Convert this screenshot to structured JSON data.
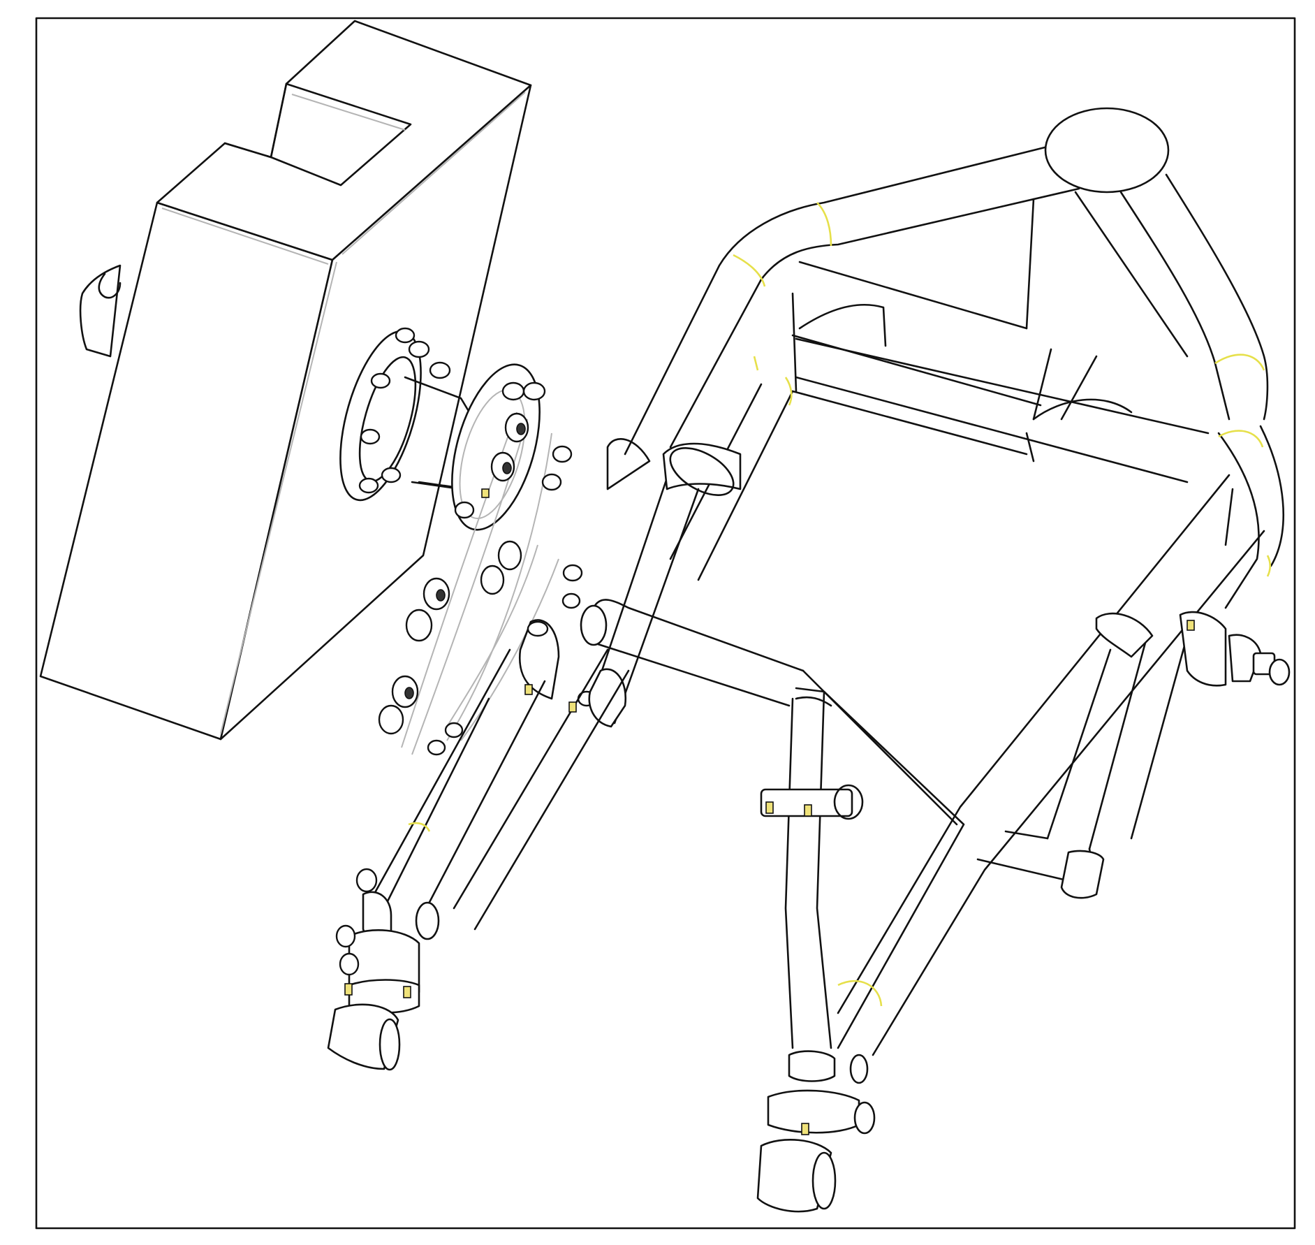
{
  "figure": {
    "colors": {
      "line": "#111111",
      "background": "#ffffff",
      "border": "#111111",
      "weld": "#e6e04a",
      "shading": "#b4b4b4"
    },
    "parts": [
      "motor-housing",
      "hub-disc",
      "sprocket-chain-assembly",
      "tubular-frame",
      "swing-arm",
      "front-fork-leg",
      "rear-fork-leg",
      "caster-wheel-front",
      "caster-wheel-rear",
      "seat-post-cap"
    ]
  }
}
